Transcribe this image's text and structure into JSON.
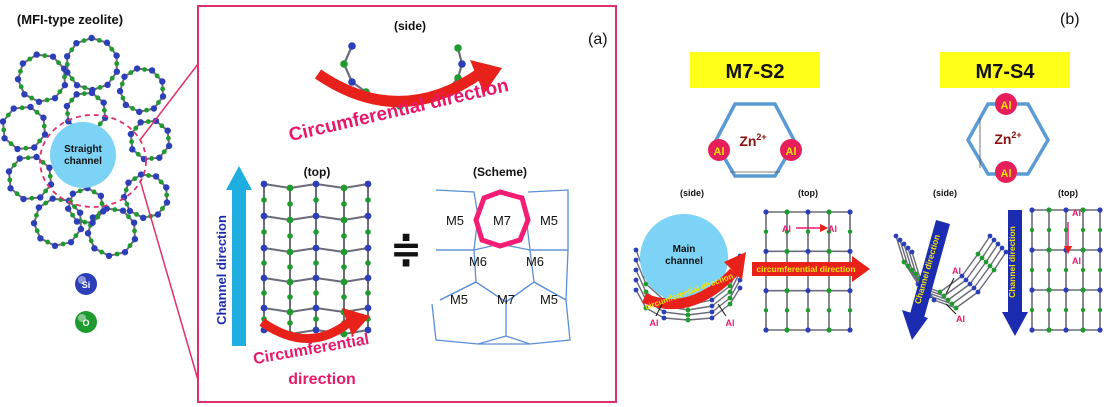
{
  "colors": {
    "frame": "#e0306a",
    "zeolite_ring": "#6b6b7a",
    "silicon": "#2a3fb8",
    "oxygen": "#1f9a2e",
    "channel": "#7dd3f5",
    "arrow_red": "#e8221b",
    "arrow_blue": "#1c2cb0",
    "arrow_cyan": "#1eaee0",
    "label_pink": "#e8196b",
    "highlight": "#f51d73",
    "scheme_line": "#5b8fd6",
    "al_fill": "#e61e5a",
    "al_text": "#f6e300",
    "zn_text": "#8a1010",
    "yellow_box": "#ffff1a"
  },
  "left": {
    "title": "(MFI-type zeolite)",
    "channel_label_line1": "Straight",
    "channel_label_line2": "channel",
    "legend_si": "Si",
    "legend_o": "O"
  },
  "panel_a": {
    "tag": "(a)",
    "side_label": "(side)",
    "side_arrow_label": "Circumferential direction",
    "top_label": "(top)",
    "channel_direction": "Channel direction",
    "circ_line1": "Circumferential",
    "circ_line2": "direction",
    "approx_symbol": "≑",
    "scheme_label": "(Scheme)",
    "scheme_rings": [
      "M5",
      "M7",
      "M5",
      "M6",
      "M6",
      "M5",
      "M7",
      "M5"
    ]
  },
  "panel_b": {
    "tag": "(b)",
    "left_title": "M7-S2",
    "right_title": "M7-S4",
    "al": "Al",
    "zn": "Zn",
    "zn_sup": "2+",
    "side": "(side)",
    "top": "(top)",
    "main_channel_line1": "Main",
    "main_channel_line2": "channel",
    "circ_dir": "circumferential direction",
    "circ_dir_side": "circumferential direction",
    "channel_dir": "Channel direction"
  }
}
